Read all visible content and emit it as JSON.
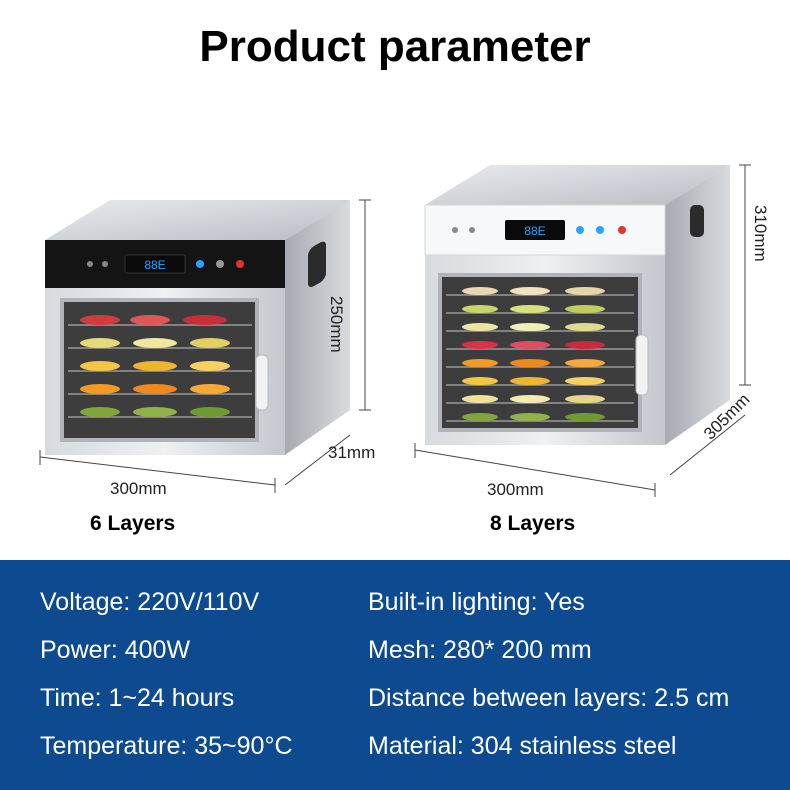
{
  "title": "Product parameter",
  "products": [
    {
      "label": "6 Layers",
      "width": "300mm",
      "depth": "31mm",
      "height": "250mm",
      "display": "88E"
    },
    {
      "label": "8 Layers",
      "width": "300mm",
      "depth": "305mm",
      "height": "310mm",
      "display": "88E"
    }
  ],
  "specs": {
    "left": [
      "Voltage: 220V/110V",
      "Power: 400W",
      "Time: 1~24 hours",
      "Temperature: 35~90°C"
    ],
    "right": [
      "Built-in lighting: Yes",
      "Mesh: 280* 200 mm",
      "Distance between layers: 2.5 cm",
      "Material: 304 stainless steel"
    ]
  },
  "colors": {
    "panel_blue": "#0d4a8f",
    "steel": "#c9ccd1",
    "display_blue": "#2aa3ff",
    "power_red": "#e0342c"
  }
}
